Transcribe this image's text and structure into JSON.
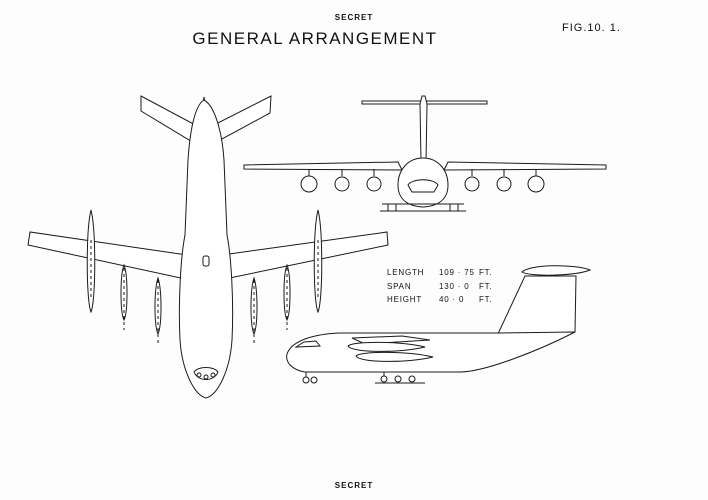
{
  "header": {
    "classification": "SECRET",
    "title": "GENERAL ARRANGEMENT",
    "figure": "FIG.10. 1."
  },
  "footer": {
    "classification": "SECRET"
  },
  "dimensions": [
    {
      "label": "LENGTH",
      "value": "109 · 75",
      "unit": "FT."
    },
    {
      "label": "SPAN",
      "value": "130 · 0",
      "unit": "FT."
    },
    {
      "label": "HEIGHT",
      "value": "40 · 0",
      "unit": "FT."
    }
  ]
}
